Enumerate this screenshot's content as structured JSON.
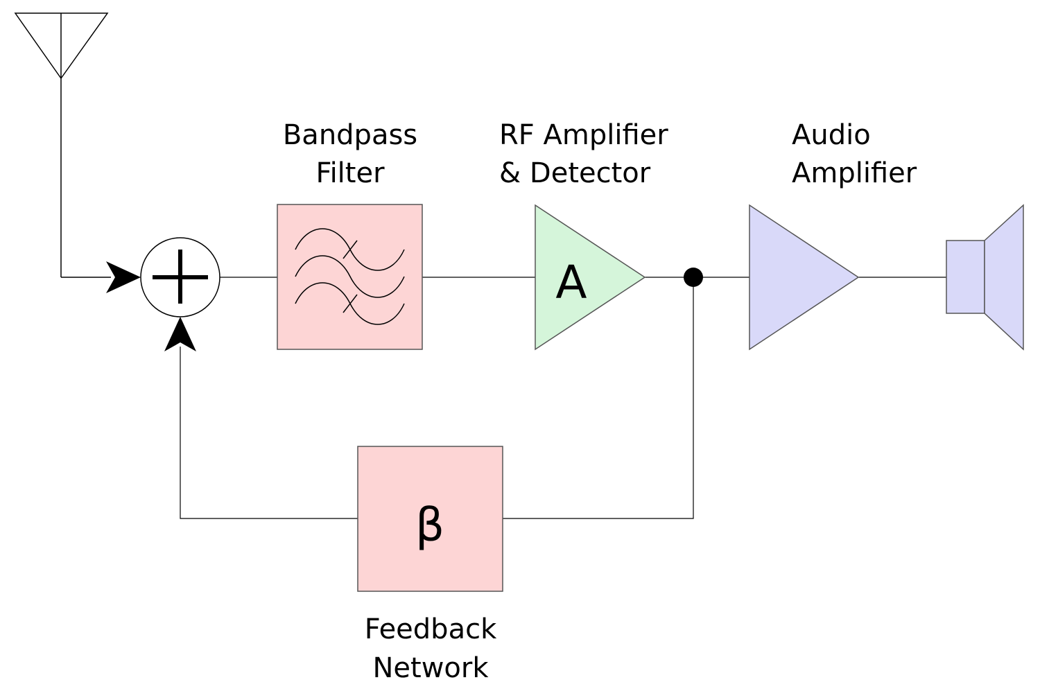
{
  "labels": {
    "bandpass": [
      "Bandpass",
      "Filter"
    ],
    "rf_amp": [
      "RF Amplifier",
      "& Detector"
    ],
    "audio_amp": [
      "Audio",
      "Amplifier"
    ],
    "feedback": [
      "Feedback",
      "Network"
    ]
  },
  "symbols": {
    "amplifier_gain": "A",
    "feedback_gain": "β"
  },
  "icons": [
    "antenna-icon",
    "summing-junction-icon",
    "bandpass-filter-icon",
    "amplifier-icon",
    "speaker-icon"
  ],
  "colors": {
    "filter_fill": "#fdd5d5",
    "rf_amp_fill": "#d5f5da",
    "audio_amp_fill": "#d9d9f9",
    "feedback_fill": "#fdd5d5",
    "line": "#000000"
  }
}
